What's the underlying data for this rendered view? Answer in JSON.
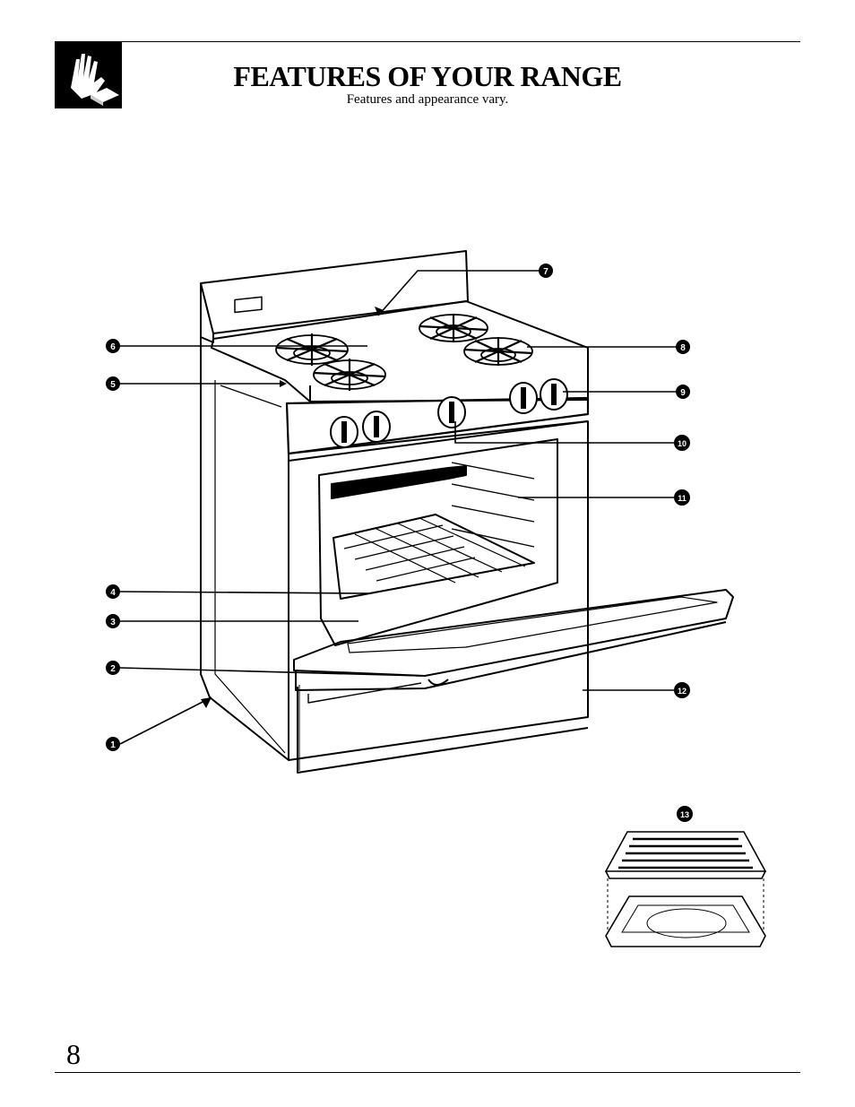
{
  "header": {
    "title": "FEATURES OF YOUR RANGE",
    "subtitle": "Features and appearance vary."
  },
  "callouts": [
    "1",
    "2",
    "3",
    "4",
    "5",
    "6",
    "7",
    "8",
    "9",
    "10",
    "11",
    "12",
    "13"
  ],
  "footer": {
    "page_number": "8"
  },
  "icons": {
    "logo": "hand-pointing-icon"
  }
}
